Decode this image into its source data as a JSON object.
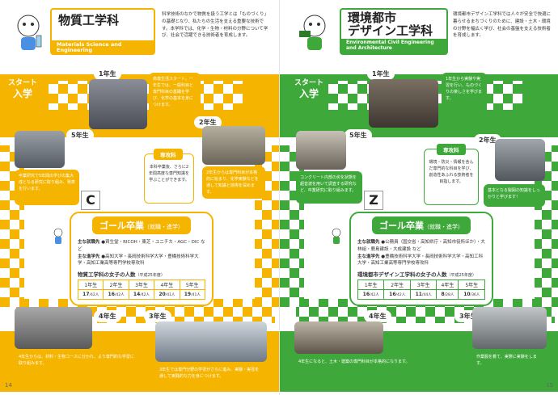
{
  "left": {
    "title": "物質工学科",
    "subtitle_en": "Materials Science and Engineering",
    "description": "科学技術のなかで物質を扱う工学とは「ものづくり」の基礎となり、私たちの生活を支える重要な技術です。本学科では、化学・生物・材料の分野について学び、社会で活躍できる技術者を育成します。",
    "start": {
      "top": "スタート",
      "bottom": "入学"
    },
    "grade1": {
      "label": "1年生",
      "caption": "高専生活スタート。一年生では、一般科目と専門科目の基礎を学び、化学の基本を身につけます。"
    },
    "grade2": {
      "label": "2年生",
      "caption": "2年生からは専門科目が本格的に始まり、化学実験などを通して知識と技術を深めます。"
    },
    "grade3": {
      "label": "3年生",
      "caption": "3年生では専門分野の学習がさらに進み、実験・実習を通して実践的な力を身につけます。"
    },
    "grade4": {
      "label": "4年生",
      "caption": "4年生からは、材料・生物コースに分かれ、より専門的な学習に取り組みます。"
    },
    "grade5": {
      "label": "5年生",
      "caption": "卒業研究で5年間の学びの集大成となる研究に取り組み、発表を行います。"
    },
    "senmon": {
      "label": "専攻科",
      "text": "本科卒業後、さらに2年間高度な専門知識を学ぶことができます。"
    },
    "letter": "C",
    "goal": {
      "title": "ゴール卒業",
      "title_sub": "（就職・進学）",
      "jobs_label": "主な就職先",
      "jobs": "●資生堂・RICOH・東芝・ユニチカ・AGC・DIC など",
      "schools_label": "主な進学先",
      "schools": "●高知大学・長岡技術科学大学・豊橋技術科学大学・高知工業高等専門学校専攻科",
      "table_title": "物質工学科の女子の人数",
      "table_note": "（平成25年度）",
      "headers": [
        "1年生",
        "2年生",
        "3年生",
        "4年生",
        "5年生"
      ],
      "values": [
        "17",
        "16",
        "14",
        "20",
        "19"
      ],
      "denoms": [
        "/42人",
        "/42人",
        "/42人",
        "/41人",
        "/41人"
      ]
    },
    "page": "14"
  },
  "right": {
    "title_line1": "環境都市",
    "title_line2": "デザイン工学科",
    "subtitle_en": "Environmental Civil Engineering and Architecture",
    "description": "環境都市デザイン工学科では人々が安全で快適に暮らせるまちづくりのために、建設・土木・環境の分野を幅広く学び、社会の基盤を支える技術者を育成します。",
    "start": {
      "top": "スタート",
      "bottom": "入学"
    },
    "grade1": {
      "label": "1年生",
      "caption": "1年生から実験や実習を行い、ものづくりの楽しさを学びます。"
    },
    "grade2": {
      "label": "2年生",
      "caption": "基本となる製図の知識をしっかりと学びます！"
    },
    "grade3": {
      "label": "3年生",
      "caption": "作業服を着て、実際に実験をします。"
    },
    "grade4": {
      "label": "4年生",
      "caption": "4年生になると、土木・建築の専門科目が本格的になります。"
    },
    "grade5": {
      "label": "5年生",
      "caption": "コンクリート内部の劣化状態を超音波を用いて調査する研究など、卒業研究に取り組みます。"
    },
    "senmon": {
      "label": "専攻科",
      "text": "環境・防災・情報を含んだ専門的な科目を学び、創造性あふれる技術者を目指します。"
    },
    "letter": "Z",
    "goal": {
      "title": "ゴール卒業",
      "title_sub": "（就職・進学）",
      "jobs_label": "主な就職先",
      "jobs": "●公務員（国交省・高知県庁・高知市役所ほか）・大林組・鹿島建設・大成建設 など",
      "schools_label": "主な進学先",
      "schools": "●豊橋技術科学大学・長岡技術科学大学・高知工科大学・高知工業高等専門学校専攻科",
      "table_title": "環境都市デザイン工学科の女子の人数",
      "table_note": "（平成25年度）",
      "headers": [
        "1年生",
        "2年生",
        "3年生",
        "4年生",
        "5年生"
      ],
      "values": [
        "16",
        "16",
        "11",
        "8",
        "10"
      ],
      "denoms": [
        "/42人",
        "/42人",
        "/44人",
        "/28人",
        "/36人"
      ]
    },
    "page": "15"
  },
  "colors": {
    "left_accent": "#f5b400",
    "right_accent": "#3ea83a"
  }
}
